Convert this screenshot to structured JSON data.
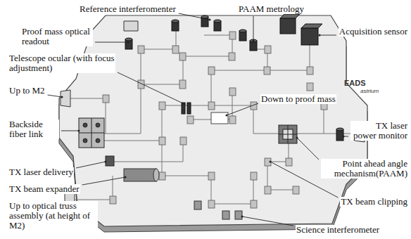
{
  "diagram": {
    "labels": [
      "Reference interferomenter",
      "PAAM metrology",
      "Proof mass optical readout",
      "Acquisition sensor",
      "Telescope ocular (with focus adjustment)",
      "Up to M2",
      "Down to proof mass",
      "Backside fiber link",
      "TX laser power monitor",
      "TX laser delivery",
      "Point ahead angle mechanism(PAAM)",
      "TX beam expander",
      "TX beam clipping",
      "Up to optical truss assembly (at height of M2)",
      "Science interferometer",
      "EADS",
      "astrium"
    ]
  }
}
